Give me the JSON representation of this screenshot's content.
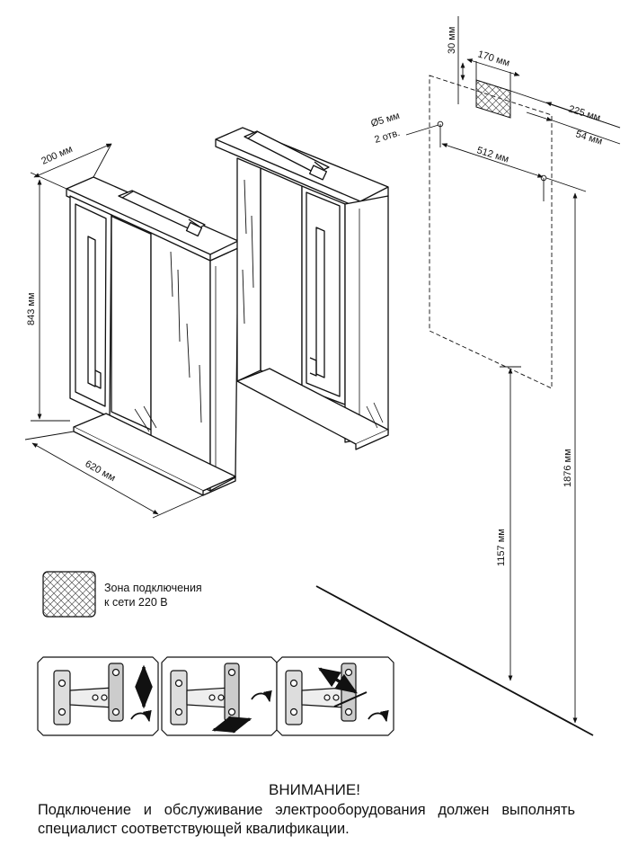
{
  "dimensions": {
    "width_200": "200 мм",
    "height_843": "843 мм",
    "width_620": "620 мм",
    "offset_30": "30 мм",
    "zone_170": "170 мм",
    "offset_225": "225 мм",
    "offset_54": "54 мм",
    "holes_512": "512 мм",
    "hole_diameter": "Ø5 мм",
    "hole_count": "2 отв.",
    "height_1157": "1157 мм",
    "height_1876": "1876 мм"
  },
  "legend": {
    "line1": "Зона подключения",
    "line2": "к сети 220 В"
  },
  "warning": {
    "title": "ВНИМАНИЕ!",
    "text": "Подключение и обслуживание электрооборудования должен выполнять специалист соответствующей квалификации."
  },
  "colors": {
    "line": "#111111",
    "panel": "#ffffff"
  }
}
